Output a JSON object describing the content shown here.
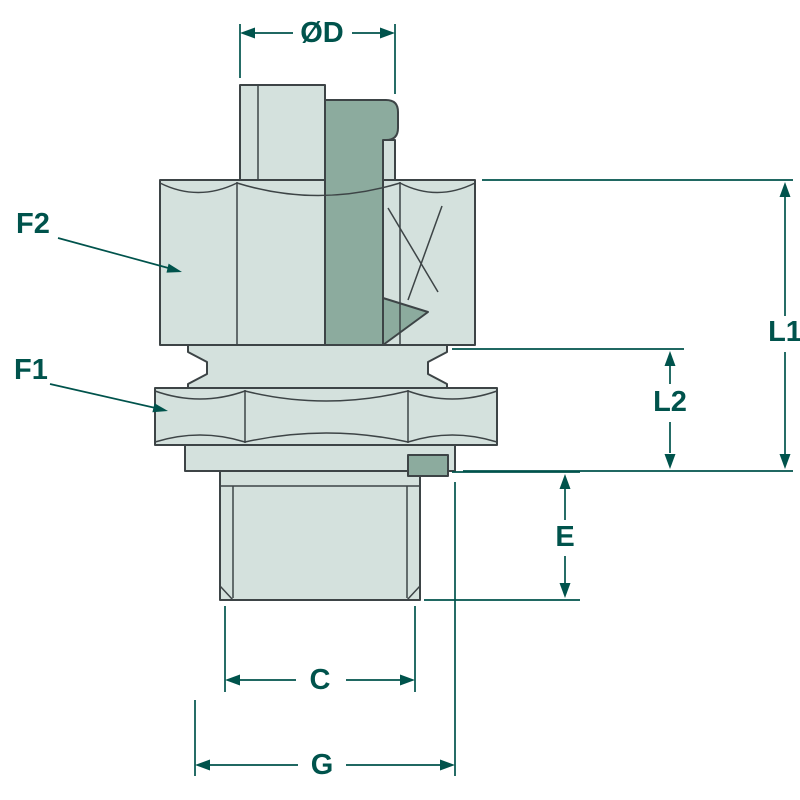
{
  "diagram": {
    "type": "technical-drawing",
    "description": "Cross-section dimensional drawing of a hydraulic male stud fitting with two hex nuts",
    "labels": {
      "diameter_d": "ØD",
      "f2": "F2",
      "f1": "F1",
      "l1": "L1",
      "l2": "L2",
      "e": "E",
      "c": "C",
      "g": "G"
    },
    "colors": {
      "body_fill": "#d4e1dd",
      "section_fill": "#8cab9e",
      "outline": "#3d4446",
      "dimension": "#00534c",
      "background": "#ffffff"
    }
  }
}
